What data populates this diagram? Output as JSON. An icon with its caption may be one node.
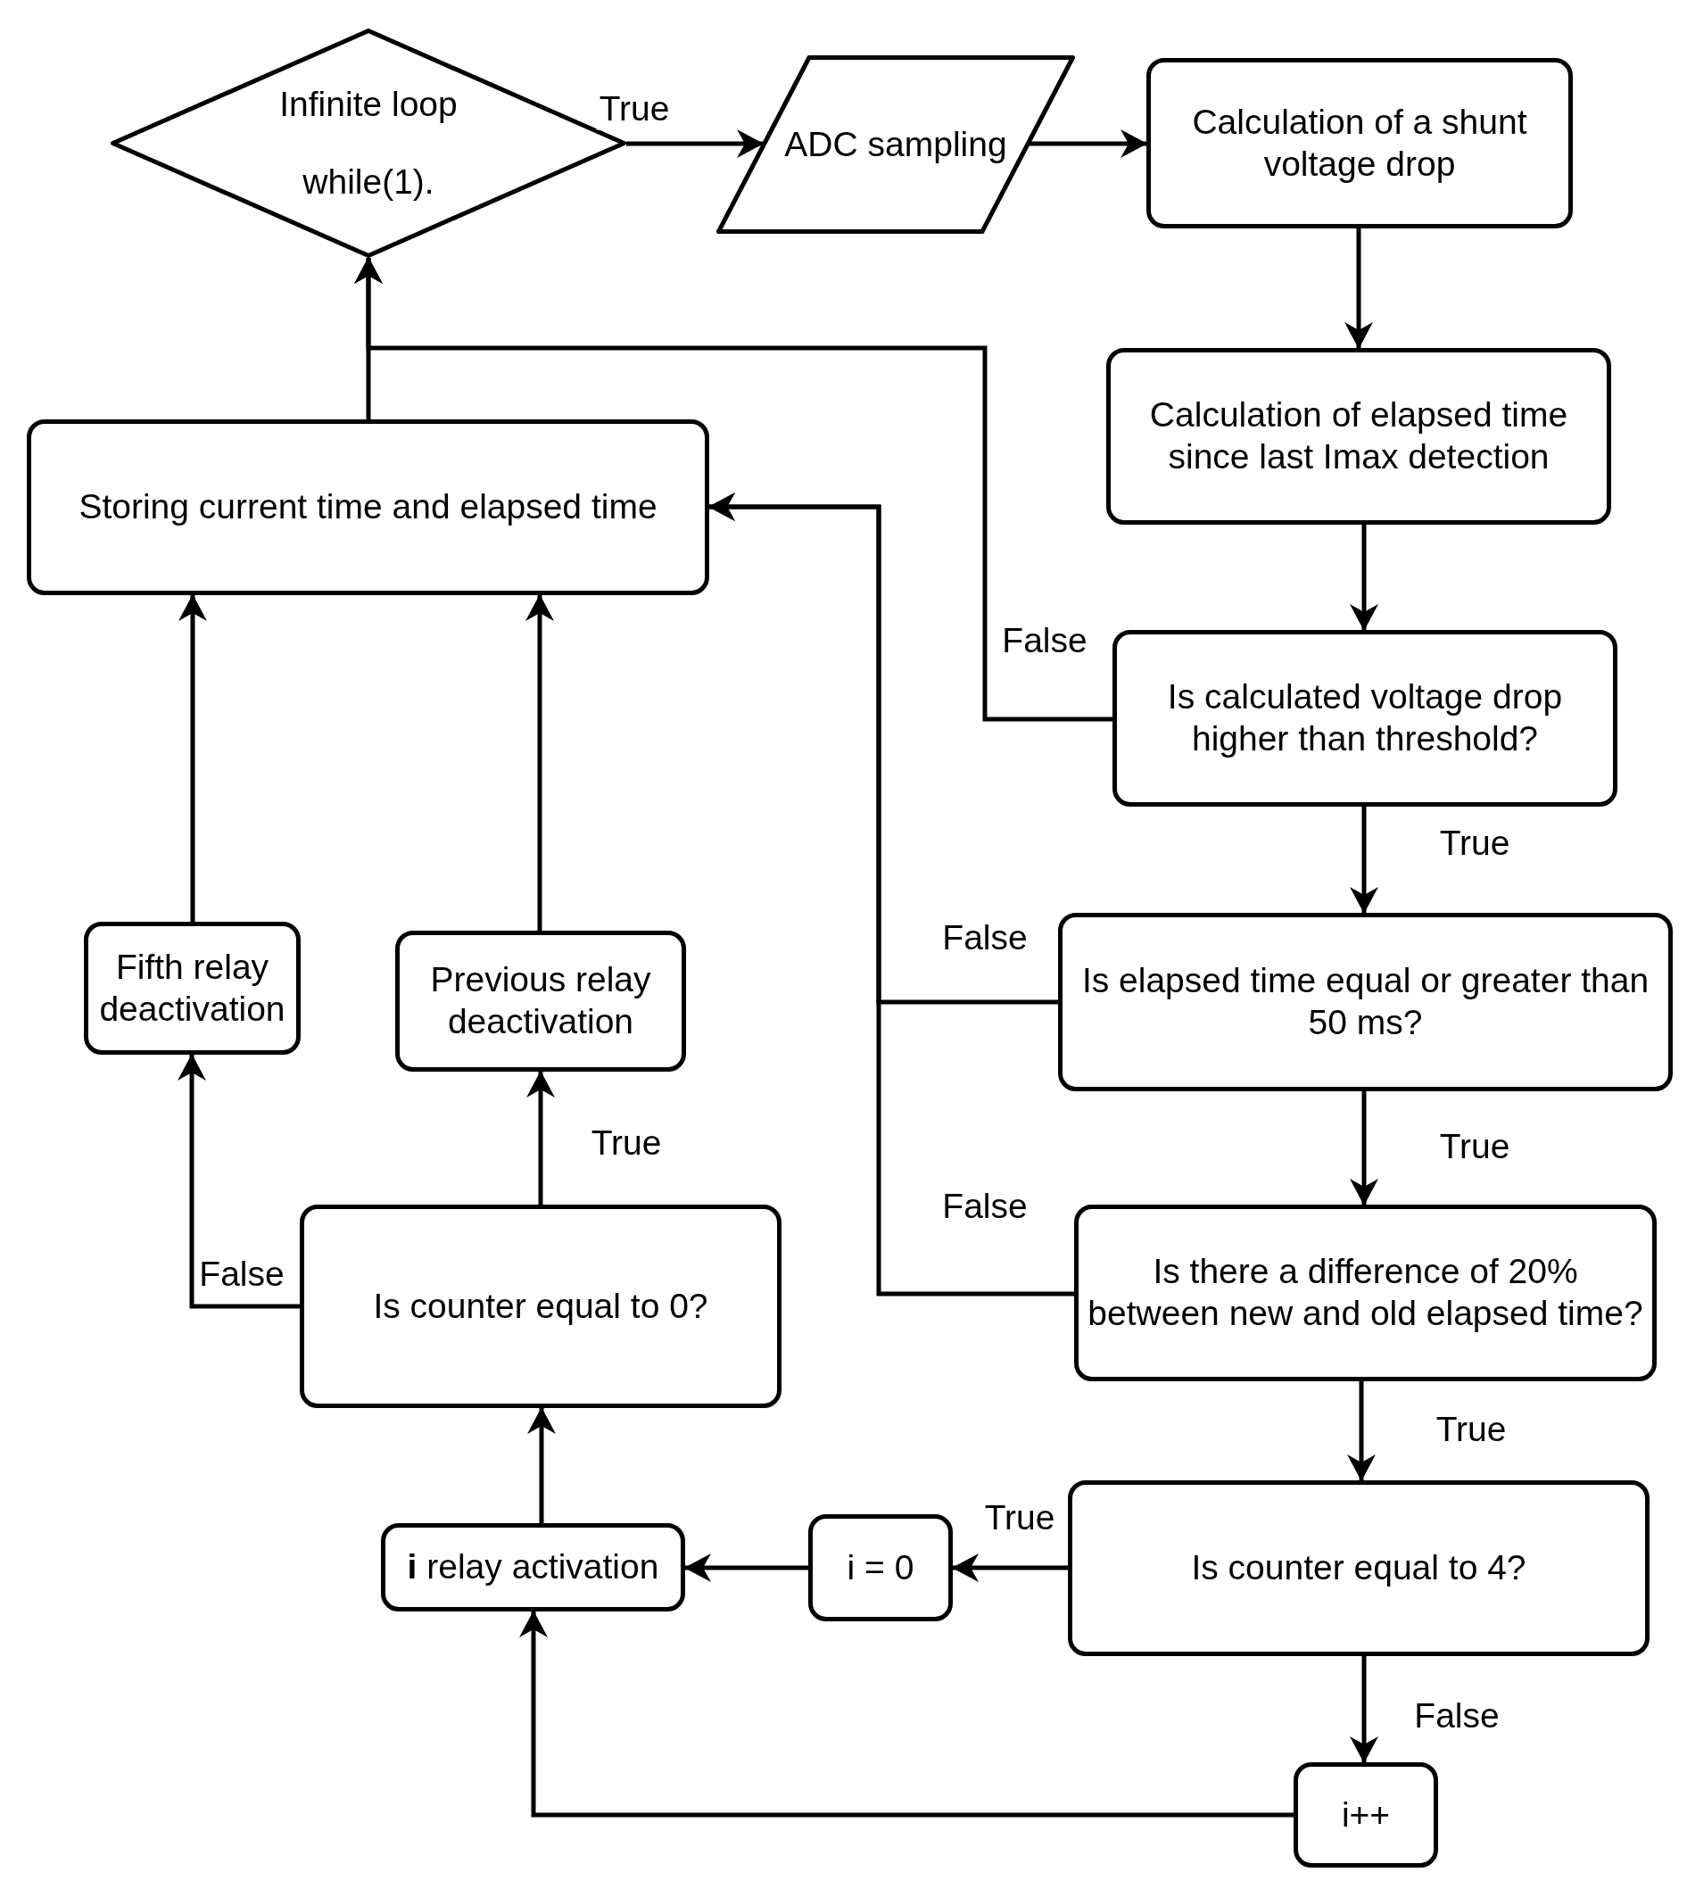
{
  "diagram": {
    "nodes": [
      {
        "text": [
          "Infinite loop",
          "while(1)."
        ]
      },
      {
        "text": [
          "ADC sampling"
        ]
      },
      {
        "text": [
          "Calculation of a shunt voltage drop"
        ]
      },
      {
        "text": [
          "Calculation of elapsed time since last Imax detection"
        ]
      },
      {
        "text": [
          "Is calculated voltage drop higher than threshold?"
        ]
      },
      {
        "text": [
          "Is elapsed time equal or greater than 50 ms?"
        ]
      },
      {
        "text": [
          "Is there a difference of 20% between new and old elapsed time?"
        ]
      },
      {
        "text": [
          "Is counter equal to 4?"
        ]
      },
      {
        "text": [
          "i++"
        ]
      },
      {
        "text": [
          "i = 0"
        ]
      },
      {
        "text": [
          "**i** relay activation"
        ]
      },
      {
        "text": [
          "Is counter equal to 0?"
        ]
      },
      {
        "text": [
          "Fifth relay deactivation"
        ]
      },
      {
        "text": [
          "Previous relay deactivation"
        ]
      },
      {
        "text": [
          "Storing current time and elapsed time"
        ]
      }
    ],
    "edges": [
      {
        "from": 0,
        "to": 1,
        "arrow": "to",
        "label": "True"
      },
      {
        "from": 1,
        "to": 2,
        "arrow": "to"
      },
      {
        "from": 2,
        "to": 3,
        "arrow": "to"
      },
      {
        "from": 3,
        "to": 4,
        "arrow": "to"
      },
      {
        "from": 4,
        "to": 0,
        "arrow": "to",
        "label": "False"
      },
      {
        "from": 4,
        "to": 5,
        "arrow": "to",
        "label": "True"
      },
      {
        "from": 5,
        "to": 14,
        "arrow": "to",
        "label": "False"
      },
      {
        "from": 5,
        "to": 6,
        "arrow": "to",
        "label": "True"
      },
      {
        "from": 6,
        "to": 14,
        "arrow": "to",
        "label": "False"
      },
      {
        "from": 6,
        "to": 7,
        "arrow": "to",
        "label": "True"
      },
      {
        "from": 7,
        "to": 9,
        "arrow": "to",
        "label": "True"
      },
      {
        "from": 9,
        "to": 10,
        "arrow": "to"
      },
      {
        "from": 7,
        "to": 8,
        "arrow": "to",
        "label": "False"
      },
      {
        "from": 8,
        "to": 10,
        "arrow": "to"
      },
      {
        "from": 10,
        "to": 11,
        "arrow": "to"
      },
      {
        "from": 11,
        "to": 13,
        "arrow": "to",
        "label": "True"
      },
      {
        "from": 11,
        "to": 12,
        "arrow": "to",
        "label": "False"
      },
      {
        "from": 12,
        "to": 14,
        "arrow": "to"
      },
      {
        "from": 13,
        "to": 14,
        "arrow": "to"
      },
      {
        "from": 14,
        "to": 0,
        "arrow": "to"
      }
    ]
  }
}
